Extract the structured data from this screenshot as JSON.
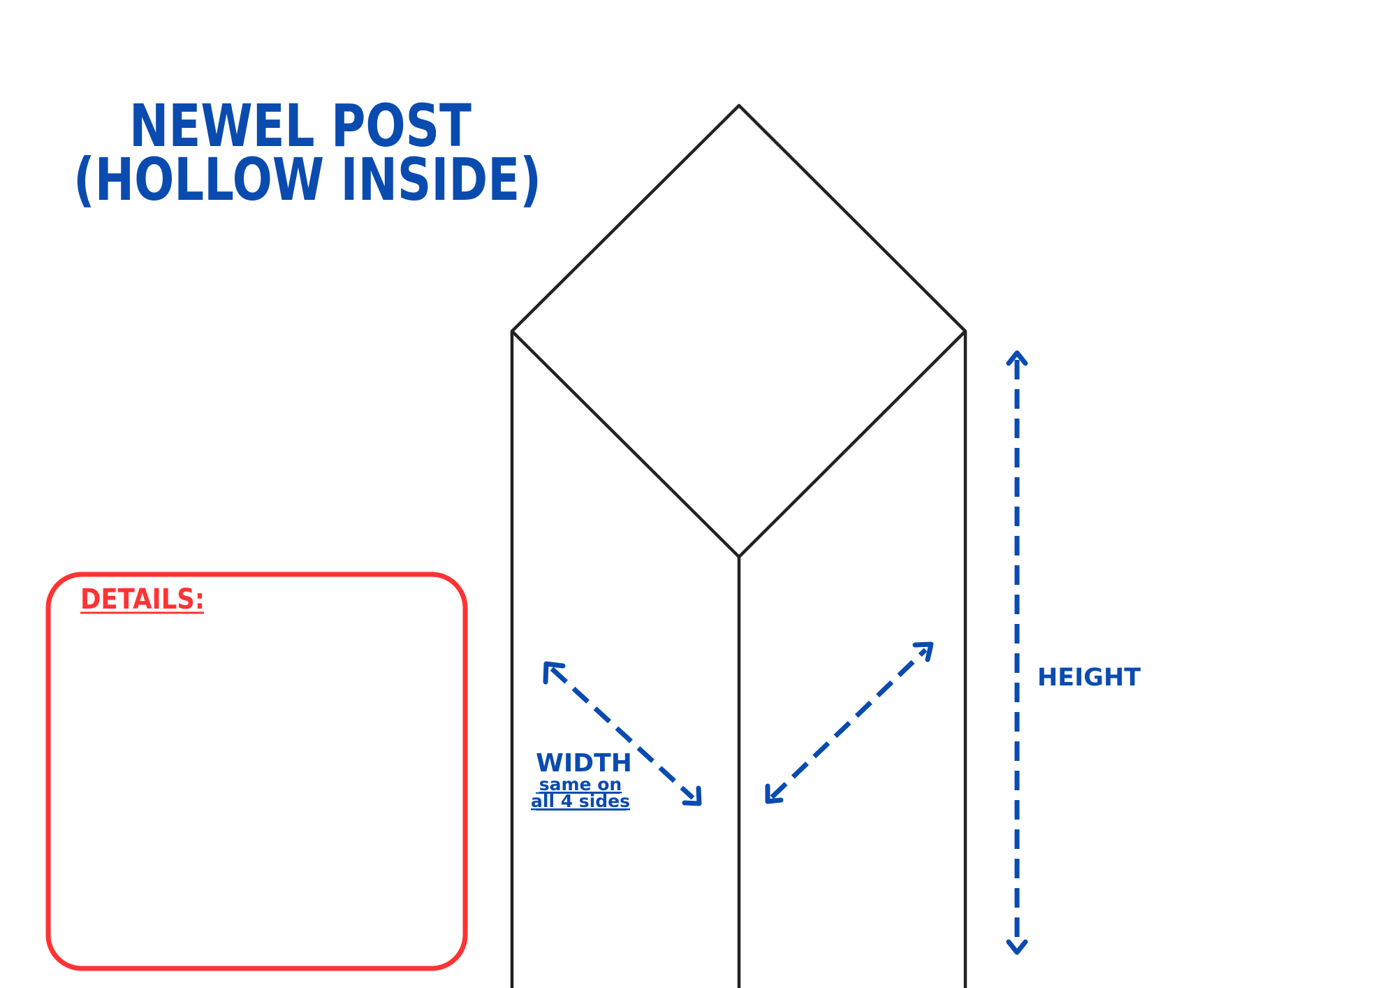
{
  "title": {
    "line1": "NEWEL POST",
    "line2": "(HOLLOW INSIDE)"
  },
  "details": {
    "label": "DETAILS:"
  },
  "dimensions": {
    "height_label": "HEIGHT",
    "width_label": "WIDTH",
    "width_note_line1": "same on",
    "width_note_line2": "all 4 sides"
  },
  "colors": {
    "blue": "#0a4bb0",
    "red": "#ff3333",
    "line": "#222222"
  }
}
